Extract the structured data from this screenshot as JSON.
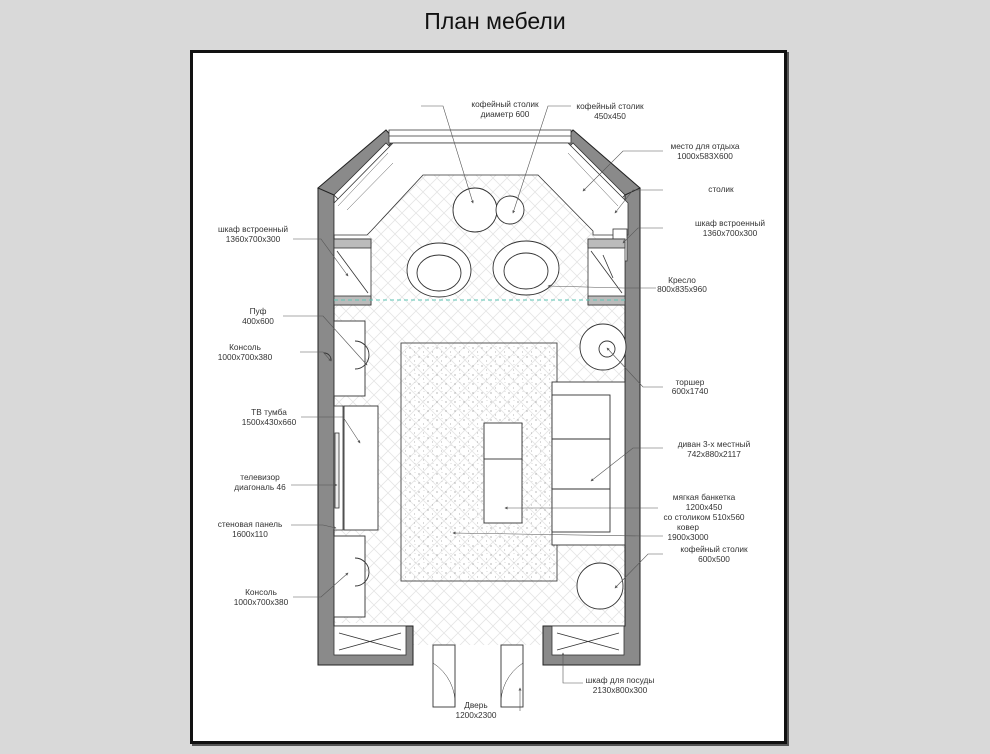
{
  "title": "План мебели",
  "labels": {
    "coffee_table_round": [
      "кофейный столик",
      "диаметр 600"
    ],
    "coffee_table_sq": [
      "кофейный столик",
      "450х450"
    ],
    "rest_place": [
      "место для отдыха",
      "1000х583Х600"
    ],
    "side_table": [
      "столик"
    ],
    "wardrobe_right": [
      "шкаф встроенный",
      "1360х700х300"
    ],
    "armchair": [
      "Кресло",
      "800х835х960"
    ],
    "floor_lamp": [
      "торшер",
      "600х1740"
    ],
    "sofa": [
      "диван 3-х местный",
      "742х880х2117"
    ],
    "bench": [
      "мягкая банкетка",
      "1200х450",
      "со столиком 510х560"
    ],
    "rug": [
      "ковер",
      "1900х3000"
    ],
    "coffee_table_br": [
      "кофейный столик",
      "600х500"
    ],
    "dish_cabinet": [
      "шкаф для посуды",
      "2130х800х300"
    ],
    "door": [
      "Дверь",
      "1200х2300"
    ],
    "wardrobe_left": [
      "шкаф встроенный",
      "1360х700х300"
    ],
    "pouf": [
      "Пуф",
      "400х600"
    ],
    "console_top": [
      "Консоль",
      "1000х700х380"
    ],
    "tv_stand": [
      "ТВ тумба",
      "1500х430х660"
    ],
    "tv": [
      "телевизор",
      "диагональ 46"
    ],
    "wall_panel": [
      "стеновая панель",
      "1600х110"
    ],
    "console_bottom": [
      "Консоль",
      "1000х700х380"
    ]
  }
}
